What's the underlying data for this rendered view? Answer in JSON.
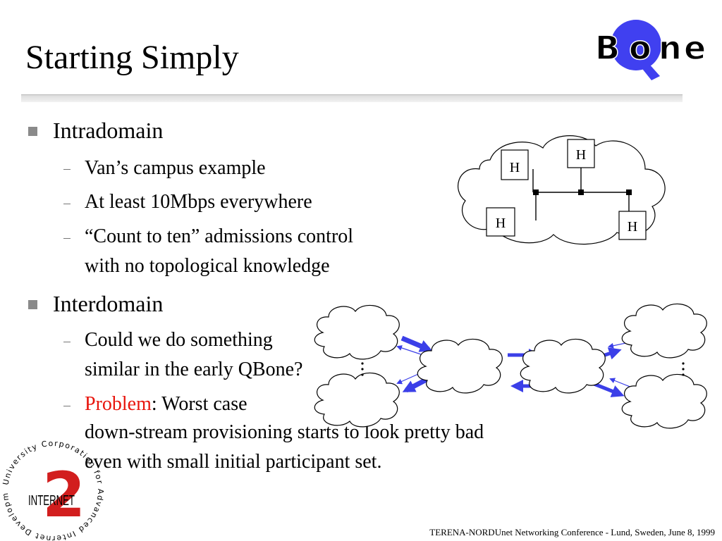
{
  "slide": {
    "title": "Starting Simply",
    "footer": "TERENA-NORDUnet Networking Conference - Lund, Sweden, June 8, 1999"
  },
  "bullets": [
    {
      "text": "Intradomain",
      "subs": [
        "Van’s campus example",
        "At least  10Mbps everywhere",
        "“Count to ten” admissions control",
        "with no topological knowledge"
      ]
    },
    {
      "text": "Interdomain",
      "subs": [
        "Could we do something",
        "similar in the early QBone?",
        "Problem",
        ": Worst case",
        "down-stream provisioning starts to look pretty bad",
        "even with small initial participant set."
      ]
    }
  ],
  "intradomain_diagram": {
    "host_label": "H"
  },
  "logos": {
    "qbone_text": "Bone",
    "qbone_q": "Q",
    "internet2_ring": "University Corporation for Advanced Internet Development",
    "internet2_word": "INTERNET",
    "internet2_numeral": "2"
  },
  "colors": {
    "accent_red": "#e8150d",
    "arrow_blue": "#3b3fe8",
    "qbone_blue": "#4040f0",
    "bullet_gray": "#8a8a8a",
    "internet2_red": "#d21e1e"
  }
}
